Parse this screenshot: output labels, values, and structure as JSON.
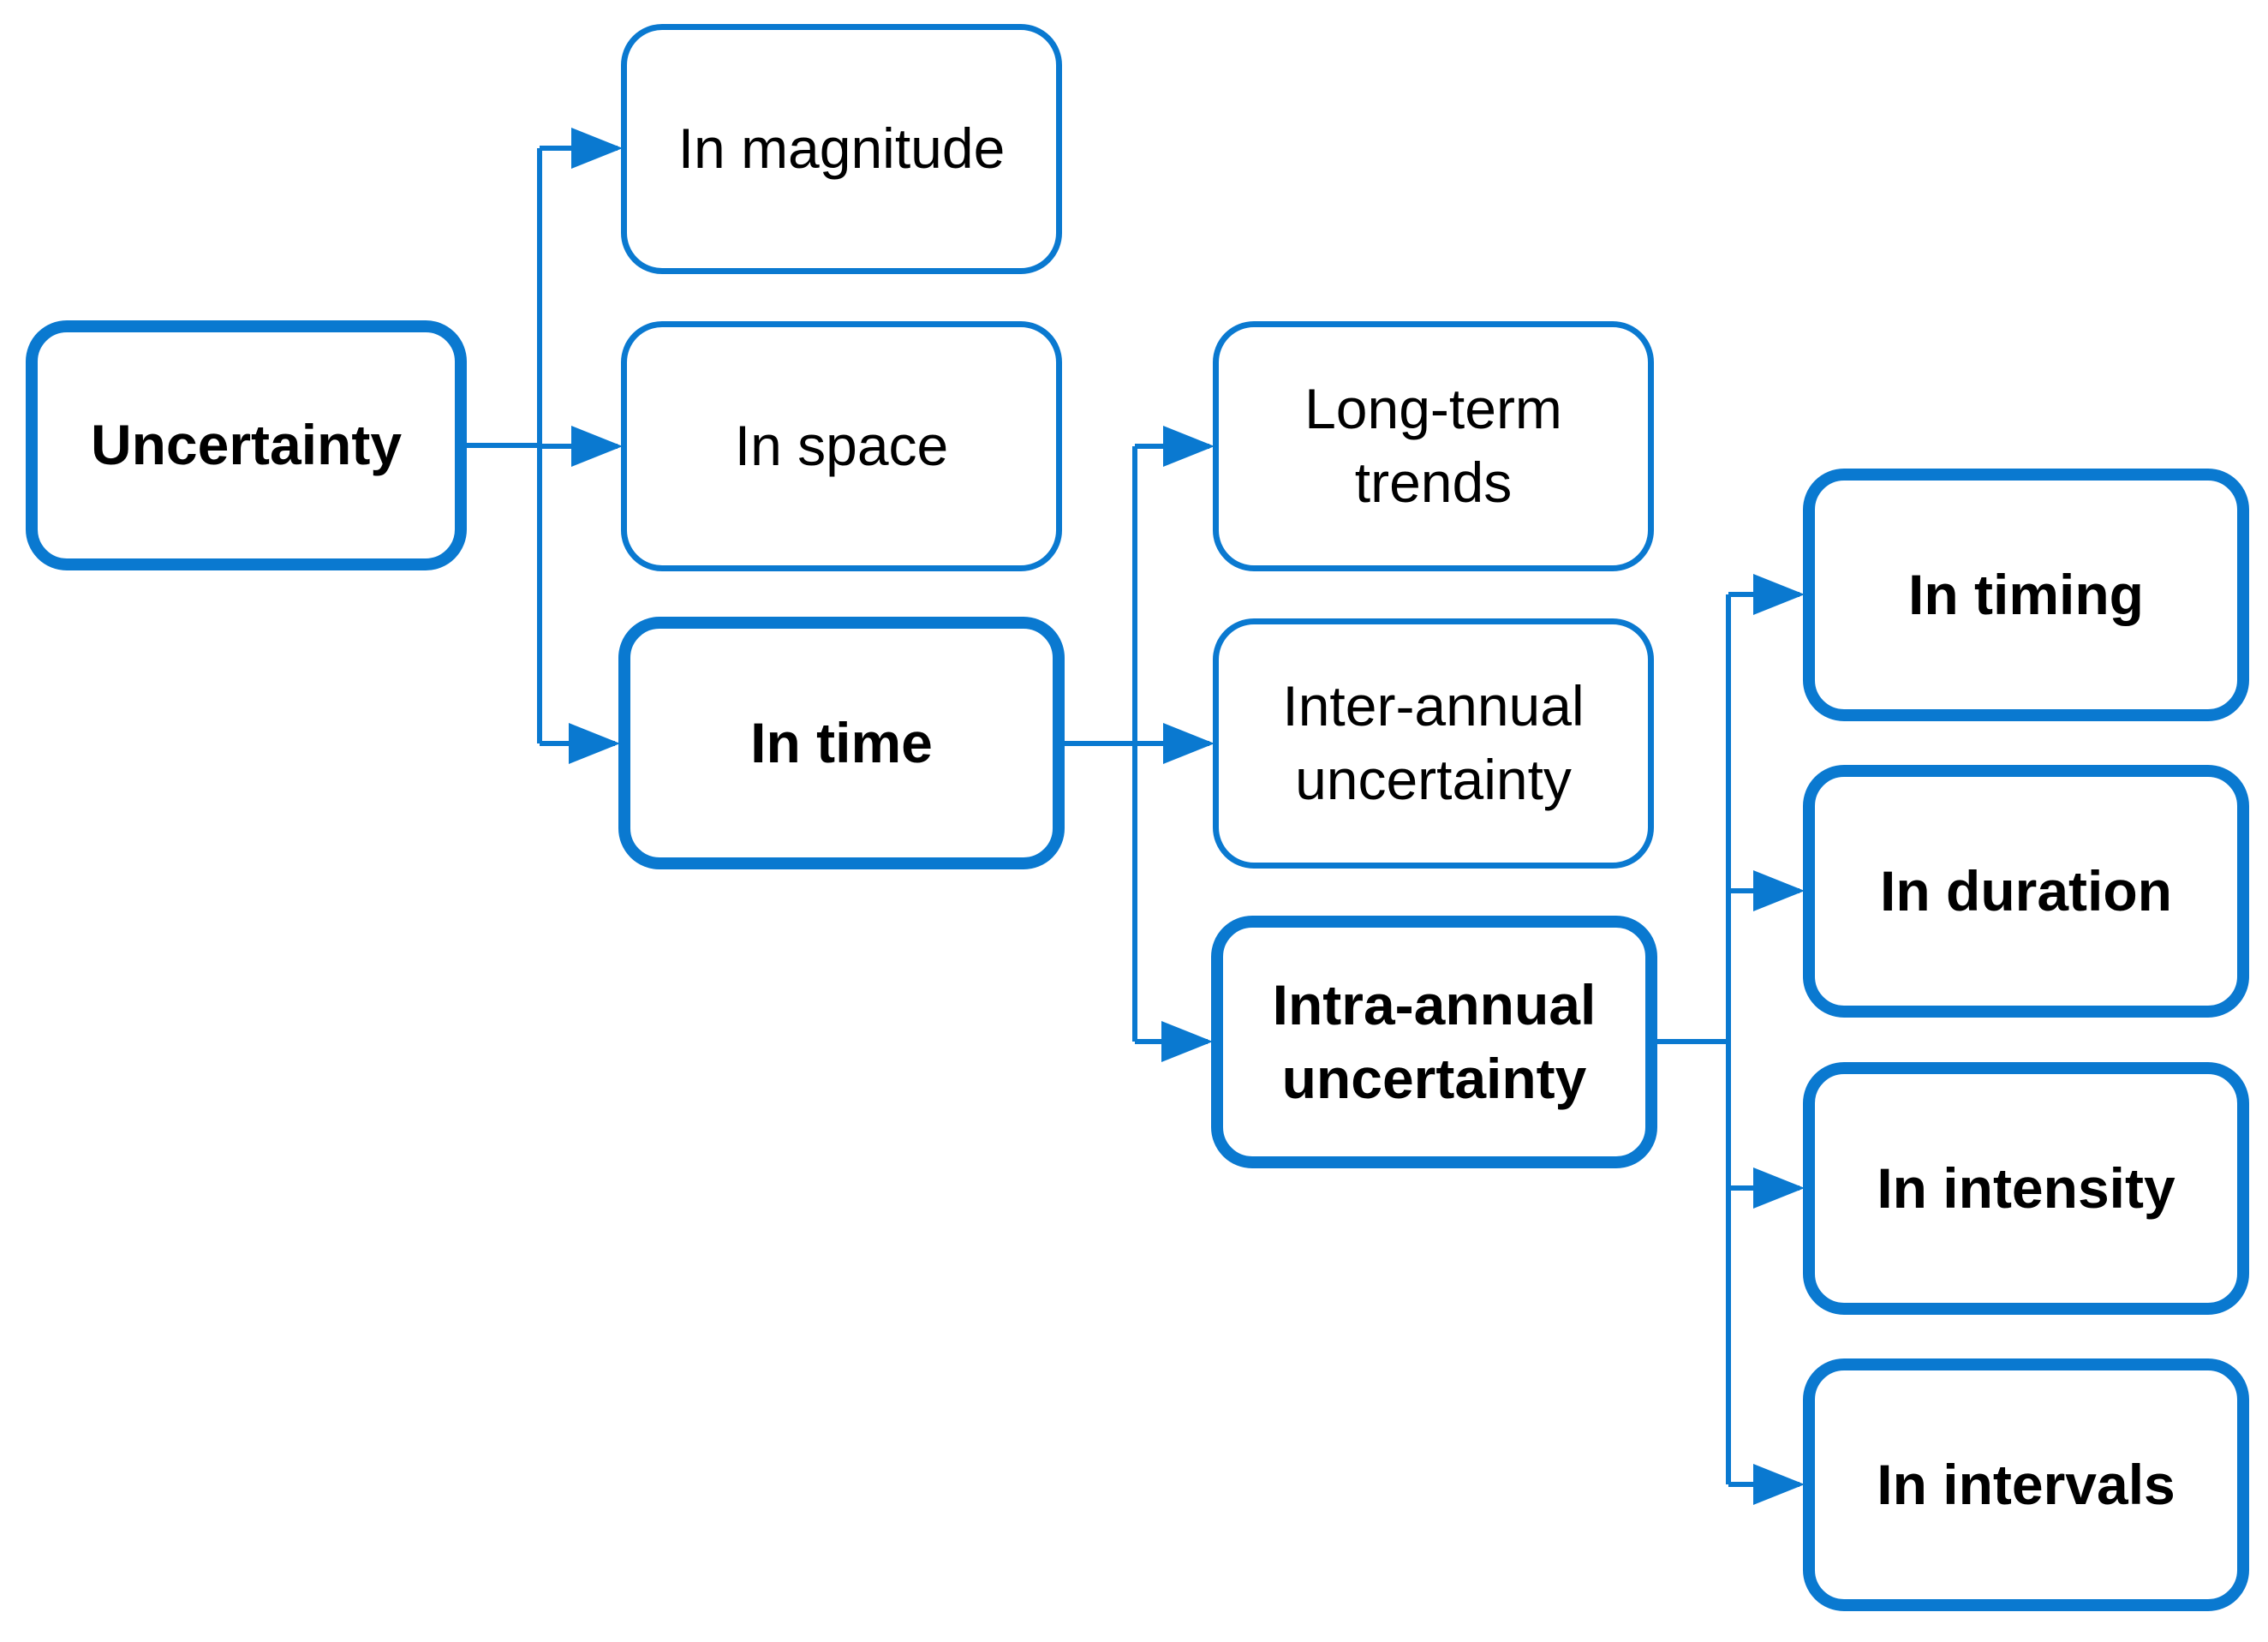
{
  "colors": {
    "accent": "#0a79d0",
    "text": "#000000",
    "background": "#ffffff"
  },
  "nodes": {
    "uncertainty": "Uncertainty",
    "in_magnitude": "In magnitude",
    "in_space": "In space",
    "in_time": "In time",
    "long_term_trends": [
      "Long-term",
      "trends"
    ],
    "inter_annual": [
      "Inter-annual",
      "uncertainty"
    ],
    "intra_annual": [
      "Intra-annual",
      "uncertainty"
    ],
    "in_timing": "In timing",
    "in_duration": "In duration",
    "in_intensity": "In intensity",
    "in_intervals": "In intervals"
  },
  "edges": [
    [
      "uncertainty",
      "in_magnitude"
    ],
    [
      "uncertainty",
      "in_space"
    ],
    [
      "uncertainty",
      "in_time"
    ],
    [
      "in_time",
      "long_term_trends"
    ],
    [
      "in_time",
      "inter_annual"
    ],
    [
      "in_time",
      "intra_annual"
    ],
    [
      "intra_annual",
      "in_timing"
    ],
    [
      "intra_annual",
      "in_duration"
    ],
    [
      "intra_annual",
      "in_intensity"
    ],
    [
      "intra_annual",
      "in_intervals"
    ]
  ]
}
